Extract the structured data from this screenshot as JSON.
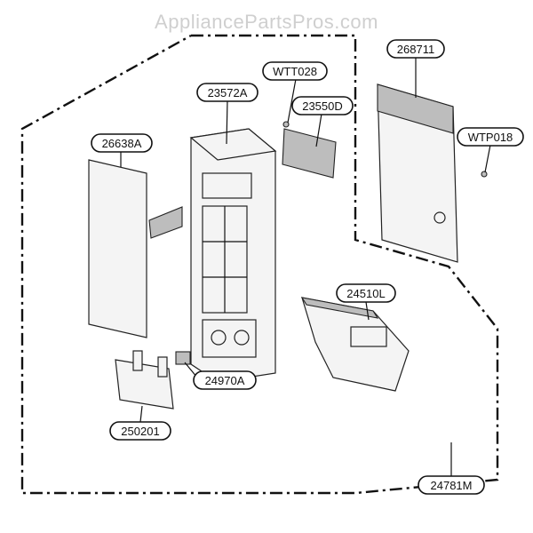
{
  "watermark": "AppliancePartsPros.com",
  "callouts": {
    "p268711": "268711",
    "pWTT028": "WTT028",
    "p23572A": "23572A",
    "p23550D": "23550D",
    "p26638A": "26638A",
    "pWTP018": "WTP018",
    "p24510L": "24510L",
    "p24970A": "24970A",
    "p250201": "250201",
    "p24781M": "24781M"
  }
}
